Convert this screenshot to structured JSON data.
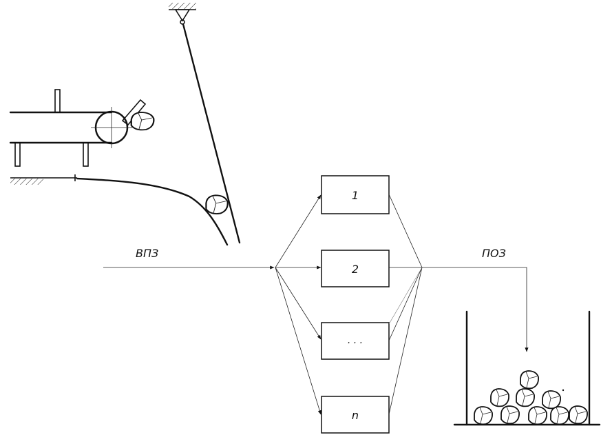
{
  "labels": {
    "input_flow": "ВПЗ",
    "output_flow": "ПОЗ"
  },
  "blocks": [
    {
      "label": "1"
    },
    {
      "label": "2"
    },
    {
      "label": ". . ."
    },
    {
      "label": "n"
    }
  ]
}
